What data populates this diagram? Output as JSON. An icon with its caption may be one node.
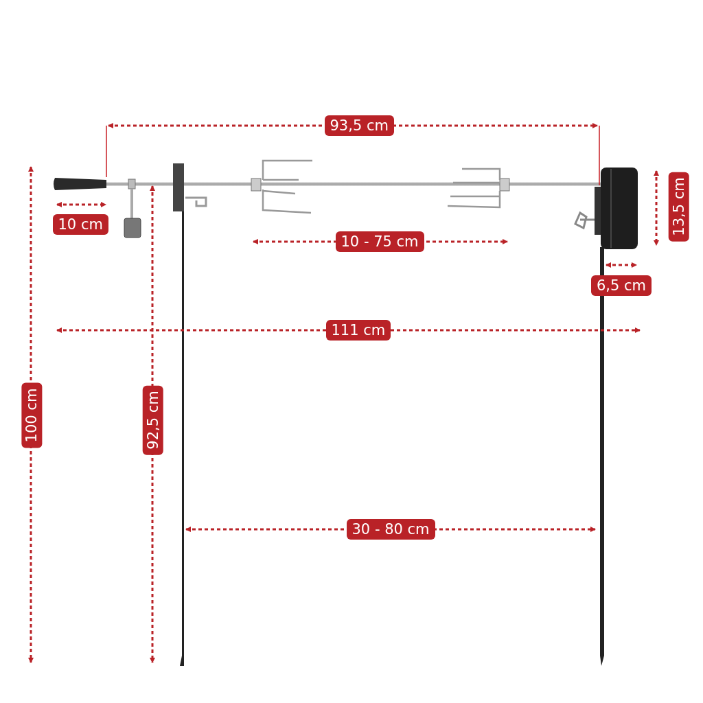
{
  "diagram": {
    "labels": [
      "93,5 cm",
      "10 cm",
      "10 - 75 cm",
      "13,5 cm",
      "6,5 cm",
      "111 cm",
      "100 cm",
      "92,5 cm",
      "30 - 80 cm"
    ]
  }
}
